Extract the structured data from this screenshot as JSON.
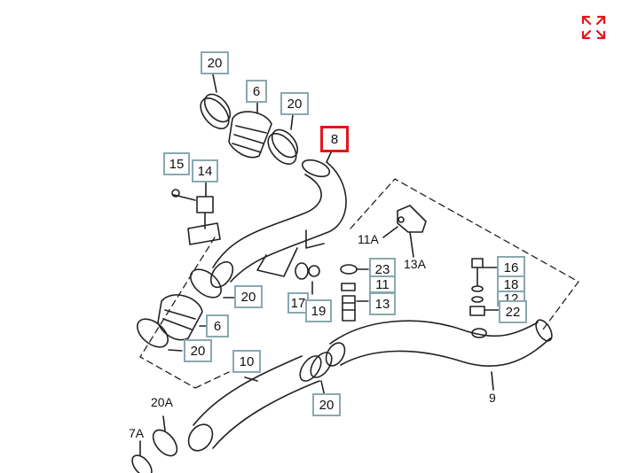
{
  "diagram": {
    "callouts": [
      {
        "id": "c20a",
        "label": "20"
      },
      {
        "id": "c6a",
        "label": "6"
      },
      {
        "id": "c20b",
        "label": "20"
      },
      {
        "id": "c8",
        "label": "8",
        "highlight": true
      },
      {
        "id": "c15",
        "label": "15"
      },
      {
        "id": "c14",
        "label": "14"
      },
      {
        "id": "c23",
        "label": "23"
      },
      {
        "id": "c11",
        "label": "11"
      },
      {
        "id": "c13",
        "label": "13"
      },
      {
        "id": "c17",
        "label": "17"
      },
      {
        "id": "c19",
        "label": "19"
      },
      {
        "id": "c20c",
        "label": "20"
      },
      {
        "id": "c6b",
        "label": "6"
      },
      {
        "id": "c20d",
        "label": "20"
      },
      {
        "id": "c10",
        "label": "10"
      },
      {
        "id": "c20e",
        "label": "20"
      },
      {
        "id": "c16",
        "label": "16"
      },
      {
        "id": "c18",
        "label": "18"
      },
      {
        "id": "c12",
        "label": "12"
      },
      {
        "id": "c22",
        "label": "22"
      }
    ],
    "plain_labels": [
      {
        "id": "p11a",
        "label": "11A"
      },
      {
        "id": "p13a",
        "label": "13A"
      },
      {
        "id": "p9",
        "label": "9"
      },
      {
        "id": "p20a",
        "label": "20A"
      },
      {
        "id": "p7a",
        "label": "7A"
      }
    ]
  },
  "toolbar": {
    "expand_icon": "expand-arrows-icon",
    "accent": "#e0161b"
  },
  "colors": {
    "callout_border": "#8aa8b0",
    "highlight_border": "#e0161b",
    "line": "#222222"
  }
}
